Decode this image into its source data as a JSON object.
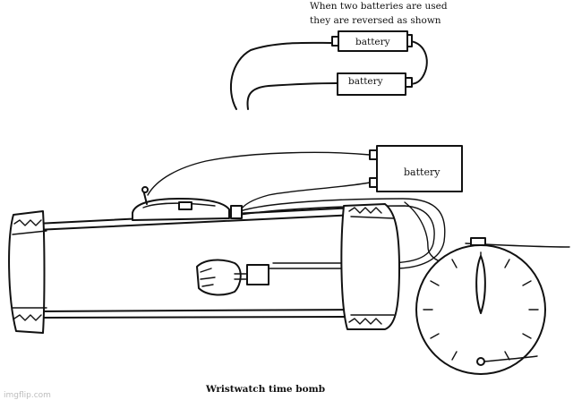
{
  "annotation": {
    "line1": "When two batteries are used",
    "line2": "they are reversed as shown"
  },
  "labels": {
    "battery_top": "battery",
    "battery_second": "battery",
    "battery_main": "battery"
  },
  "caption": "Wristwatch time bomb",
  "watermark": "imgflip.com",
  "colors": {
    "ink": "#111111",
    "paper": "#ffffff",
    "watermark": "#bdbdbd"
  }
}
